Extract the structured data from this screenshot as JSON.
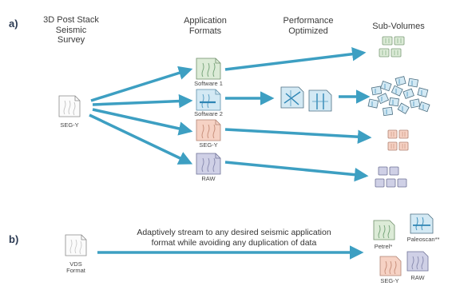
{
  "section_a": {
    "marker": "a)",
    "headers": {
      "survey": "3D Post Stack\nSeismic\nSurvey",
      "formats": "Application\nFormats",
      "optimized": "Performance\nOptimized",
      "subvolumes": "Sub-Volumes"
    },
    "source_label": "SEG-Y",
    "format_labels": [
      "Software 1",
      "Software 2",
      "SEG-Y",
      "RAW"
    ]
  },
  "section_b": {
    "marker": "b)",
    "source_label": "VDS\nFormat",
    "message": "Adaptively stream to any desired seismic application\nformat while avoiding any duplication of data",
    "target_labels": [
      "Petrel*",
      "Paleoscan**",
      "SEG-Y",
      "RAW"
    ]
  },
  "colors": {
    "arrow": "#3d9fc2",
    "green_tile": "#dcebd7",
    "blue_tile": "#d3e9f4",
    "peach_tile": "#f6d2c4",
    "lavender_tile": "#cfd0e6"
  }
}
